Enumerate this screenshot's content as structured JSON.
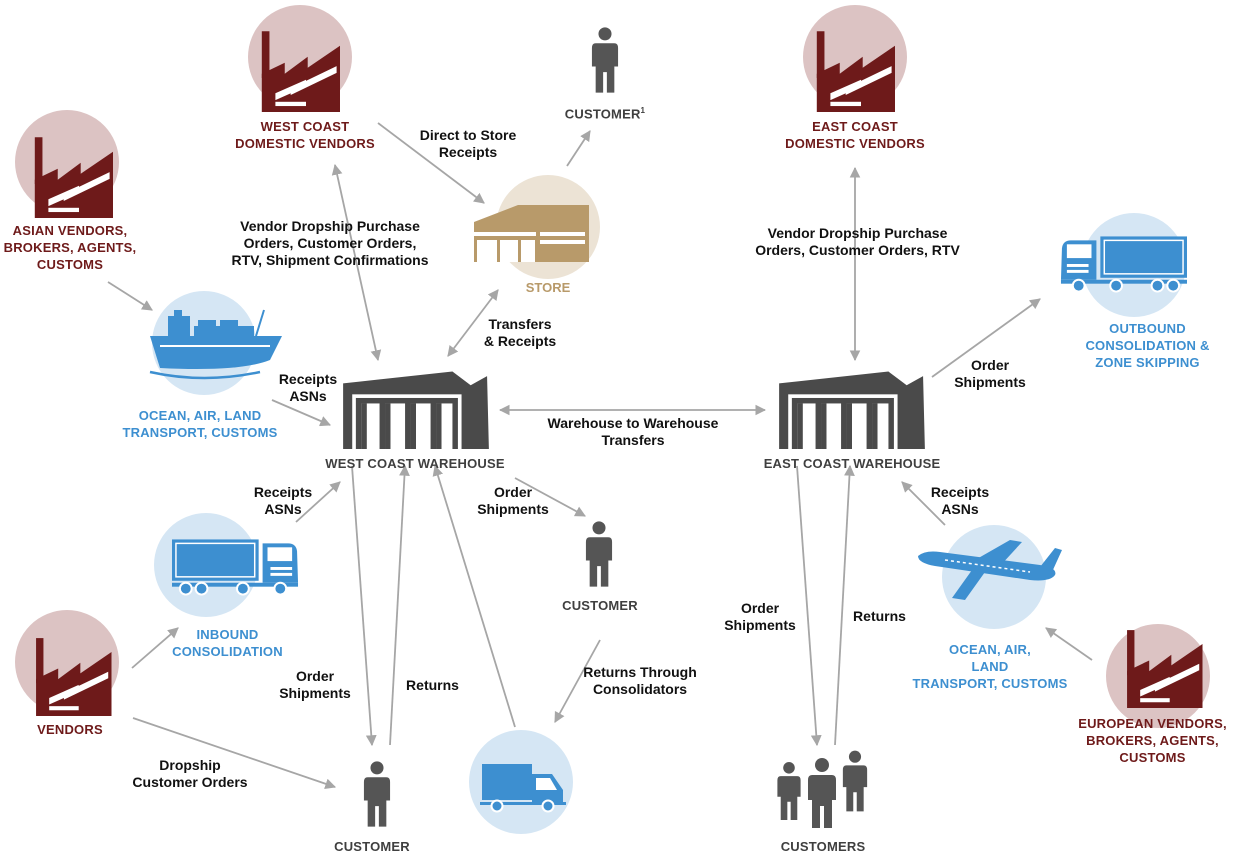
{
  "colors": {
    "vendor_red": "#6e1a1a",
    "vendor_circle": "#dcc3c3",
    "transport_blue": "#3d8fd0",
    "transport_circle": "#d5e6f4",
    "store_tan": "#b89a6a",
    "store_circle": "#ece3d5",
    "warehouse_gray": "#4a4a4a",
    "arrow_gray": "#a6a6a6"
  },
  "nodes": {
    "west_coast_vendors": {
      "label": [
        "WEST COAST",
        "DOMESTIC VENDORS"
      ],
      "icon": "factory-icon"
    },
    "east_coast_vendors": {
      "label": [
        "EAST COAST",
        "DOMESTIC VENDORS"
      ],
      "icon": "factory-icon"
    },
    "asian_vendors": {
      "label": [
        "ASIAN VENDORS,",
        "BROKERS, AGENTS,",
        "CUSTOMS"
      ],
      "icon": "factory-icon"
    },
    "vendors": {
      "label": [
        "VENDORS"
      ],
      "icon": "factory-icon"
    },
    "european_vendors": {
      "label": [
        "EUROPEAN VENDORS,",
        "BROKERS, AGENTS,",
        "CUSTOMS"
      ],
      "icon": "factory-icon"
    },
    "store": {
      "label": [
        "STORE"
      ],
      "icon": "store-icon"
    },
    "customer_top": {
      "label": "CUSTOMER",
      "sup": "1",
      "icon": "person-icon"
    },
    "ocean_west": {
      "label": [
        "OCEAN, AIR, LAND",
        "TRANSPORT, CUSTOMS"
      ],
      "icon": "ship-icon"
    },
    "inbound": {
      "label": [
        "INBOUND",
        "CONSOLIDATION"
      ],
      "icon": "truck-icon"
    },
    "west_warehouse": {
      "label": [
        "WEST COAST WAREHOUSE"
      ],
      "icon": "warehouse-icon"
    },
    "east_warehouse": {
      "label": [
        "EAST COAST WAREHOUSE"
      ],
      "icon": "warehouse-icon"
    },
    "outbound": {
      "label": [
        "OUTBOUND",
        "CONSOLIDATION &",
        "ZONE SKIPPING"
      ],
      "icon": "truck-icon"
    },
    "ocean_east": {
      "label": [
        "OCEAN, AIR,",
        "LAND",
        "TRANSPORT, CUSTOMS"
      ],
      "icon": "airplane-icon"
    },
    "customer_mid": {
      "label": [
        "CUSTOMER"
      ],
      "icon": "person-icon"
    },
    "customer_bottom": {
      "label": [
        "CUSTOMER"
      ],
      "icon": "person-icon"
    },
    "consolidator_van": {
      "icon": "van-icon"
    },
    "customers": {
      "label": [
        "CUSTOMERS"
      ],
      "icon": "people-group-icon"
    }
  },
  "flows": {
    "direct_to_store": [
      "Direct to Store",
      "Receipts"
    ],
    "vendor_dropship_west": [
      "Vendor Dropship Purchase",
      "Orders,  Customer Orders,",
      "RTV, Shipment Confirmations"
    ],
    "transfers_receipts": [
      "Transfers",
      "& Receipts"
    ],
    "receipts_asns_ocean": [
      "Receipts",
      "ASNs"
    ],
    "receipts_asns_inbound": [
      "Receipts",
      "ASNs"
    ],
    "warehouse_transfers": [
      "Warehouse to Warehouse",
      "Transfers"
    ],
    "order_shipments_customer": [
      "Order",
      "Shipments"
    ],
    "order_shipments_bottom": [
      "Order",
      "Shipments"
    ],
    "returns_bottom": [
      "Returns"
    ],
    "returns_consolidators": [
      "Returns Through",
      "Consolidators"
    ],
    "dropship_customer_orders": [
      "Dropship",
      "Customer Orders"
    ],
    "vendor_dropship_east": [
      "Vendor Dropship Purchase",
      "Orders,  Customer Orders, RTV"
    ],
    "order_shipments_outbound": [
      "Order",
      "Shipments"
    ],
    "receipts_asns_east": [
      "Receipts",
      "ASNs"
    ],
    "order_shipments_customers": [
      "Order",
      "Shipments"
    ],
    "returns_customers": [
      "Returns"
    ]
  }
}
